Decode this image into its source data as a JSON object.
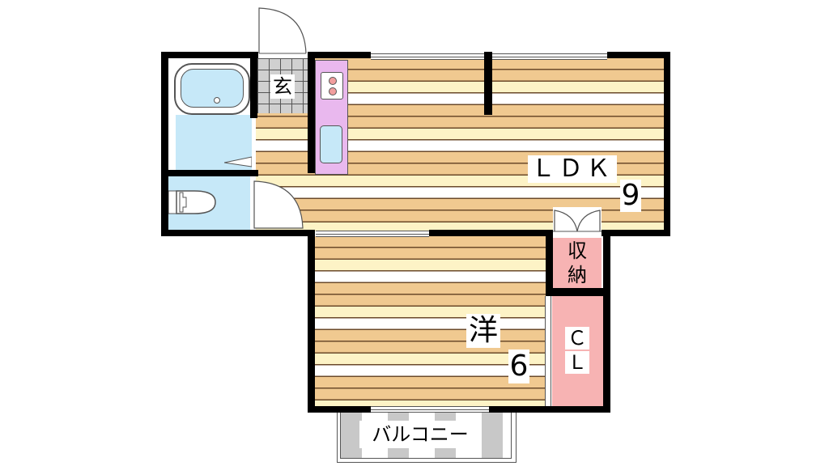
{
  "floorplan": {
    "rooms": {
      "ldk": {
        "label": "ＬＤＫ",
        "size": "9"
      },
      "western": {
        "label": "洋",
        "size": "6"
      },
      "storage": {
        "label": "収\n納",
        "label_line1": "収",
        "label_line2": "納"
      },
      "closet": {
        "label_line1": "Ｃ",
        "label_line2": "Ｌ"
      },
      "entrance": {
        "label": "玄"
      },
      "balcony": {
        "label": "バルコニー"
      }
    },
    "colors": {
      "floor_tan": "#f0c990",
      "floor_cream": "#fdf3c6",
      "kitchen": "#e9b8ee",
      "wet_area": "#c6e8f8",
      "storage": "#f7b3b3",
      "wall": "#000000"
    },
    "icons": [
      "bathtub-icon",
      "toilet-icon",
      "stove-icon",
      "sink-icon",
      "door-swing-icon"
    ]
  }
}
